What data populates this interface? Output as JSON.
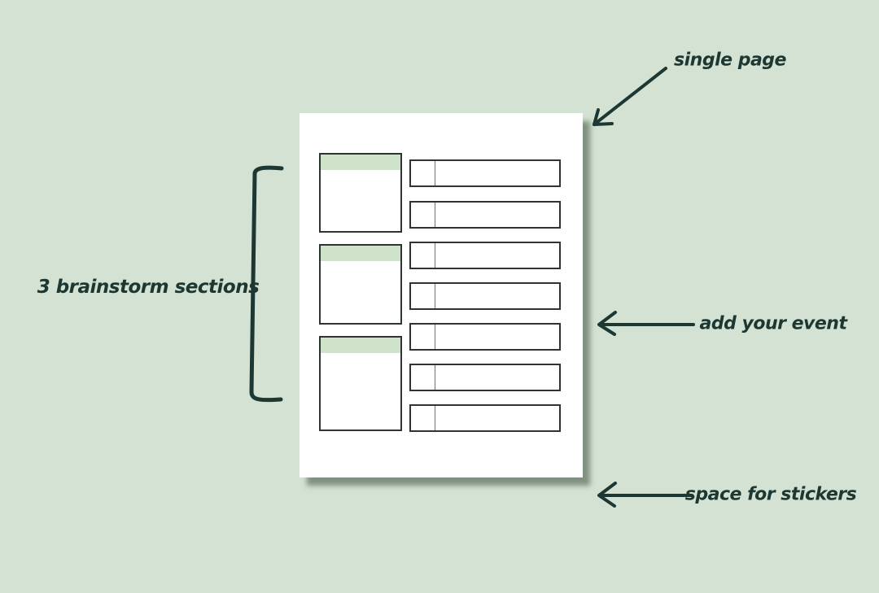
{
  "theme": {
    "background": "#d3e2d2",
    "ink": "#1d3732",
    "page_background": "#ffffff",
    "box_border": "#2e3436",
    "section_header_fill": "#cfe3cb"
  },
  "page_preview": {
    "brainstorm_section_count": 3,
    "event_row_count": 7
  },
  "annotations": {
    "single_page": "single page",
    "brainstorm_sections": "3 brainstorm sections",
    "add_your_event": "add your event",
    "space_for_stickers": "space for stickers"
  }
}
